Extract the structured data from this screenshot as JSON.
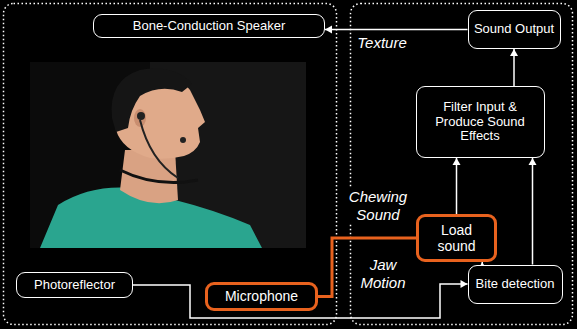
{
  "diagram": {
    "nodes": [
      {
        "text": [
          "Bone-Conduction Speaker"
        ]
      },
      {
        "text": [
          "Sound Output"
        ]
      },
      {
        "text": [
          "Filter Input & Produce Sound Effects"
        ]
      },
      {
        "text": [
          "Load sound"
        ]
      },
      {
        "text": [
          "Bite detection"
        ]
      },
      {
        "text": [
          "Photoreflector"
        ]
      },
      {
        "text": [
          "Microphone"
        ]
      }
    ],
    "edges": [
      {
        "from": 1,
        "to": 0,
        "arrow": "to",
        "label": "Texture"
      },
      {
        "from": 2,
        "to": 1,
        "arrow": "to"
      },
      {
        "from": 3,
        "to": 2,
        "arrow": "to"
      },
      {
        "from": 4,
        "to": 2,
        "arrow": "to"
      },
      {
        "from": 4,
        "to": 3,
        "arrow": "to"
      },
      {
        "from": 6,
        "to": 3,
        "arrow": "none",
        "label": "Chewing Sound"
      },
      {
        "from": 5,
        "to": 4,
        "arrow": "to",
        "label": "Jaw Motion"
      }
    ]
  }
}
